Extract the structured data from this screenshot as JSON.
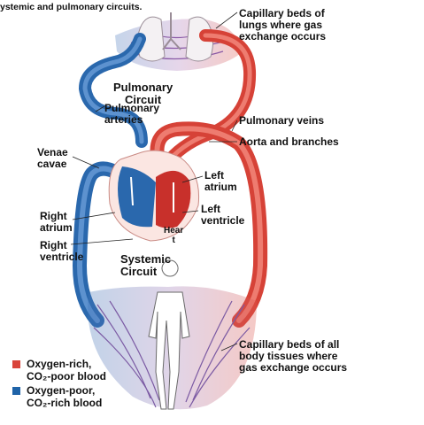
{
  "caption": "ystemic and pulmonary circuits.",
  "labels": {
    "capillary_lungs": "Capillary beds of\nlungs where gas\nexchange occurs",
    "pulmonary_circuit": "Pulmonary\nCircuit",
    "pulmonary_arteries": "Pulmonary\narteries",
    "pulmonary_veins": "Pulmonary veins",
    "aorta": "Aorta and branches",
    "venae_cavae": "Venae\ncavae",
    "left_atrium": "Left\natrium",
    "left_ventricle": "Left\nventricle",
    "right_atrium": "Right\natrium",
    "heart": "Hear\nt",
    "right_ventricle": "Right\nventricle",
    "systemic_circuit": "Systemic\nCircuit",
    "capillary_body": "Capillary beds of all\nbody tissues where\ngas exchange occurs"
  },
  "legend": [
    {
      "text": "Oxygen-rich,\nCO₂-poor blood",
      "color": "#d9443a"
    },
    {
      "text": "Oxygen-poor,\nCO₂-rich blood",
      "color": "#1f63a8"
    }
  ],
  "colors": {
    "oxygen_rich": "#d9443a",
    "oxygen_poor": "#1f63a8",
    "capillary": "#9a6fae"
  }
}
